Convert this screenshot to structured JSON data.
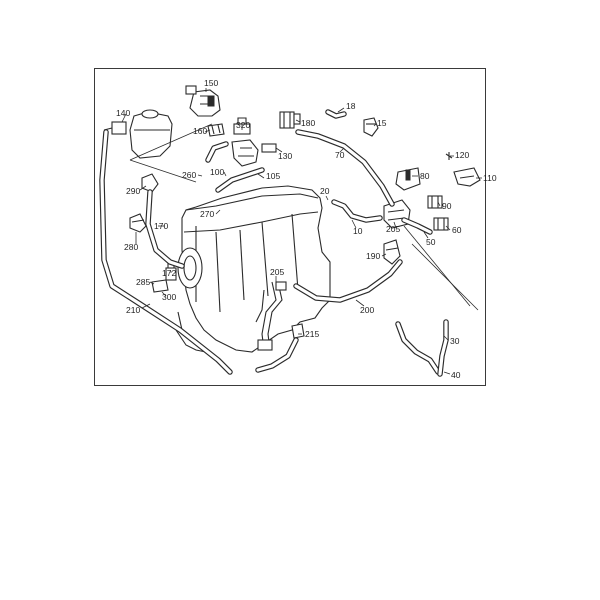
{
  "diagram": {
    "callouts": {
      "c150": "150",
      "c140": "140",
      "c320": "320",
      "c160": "160",
      "c180": "180",
      "c18": "18",
      "c15": "15",
      "c130": "130",
      "c70": "70",
      "c120": "120",
      "c260": "260",
      "c100": "100",
      "c105": "105",
      "c80": "80",
      "c110": "110",
      "c290": "290",
      "c270": "270",
      "c20": "20",
      "c90": "90",
      "c170": "170",
      "c10": "10",
      "c205a": "205",
      "c60": "60",
      "c50": "50",
      "c280": "280",
      "c190": "190",
      "c172": "172",
      "c285": "285",
      "c205b": "205",
      "c300": "300",
      "c210": "210",
      "c200": "200",
      "c215": "215",
      "c30": "30",
      "c40": "40"
    }
  }
}
